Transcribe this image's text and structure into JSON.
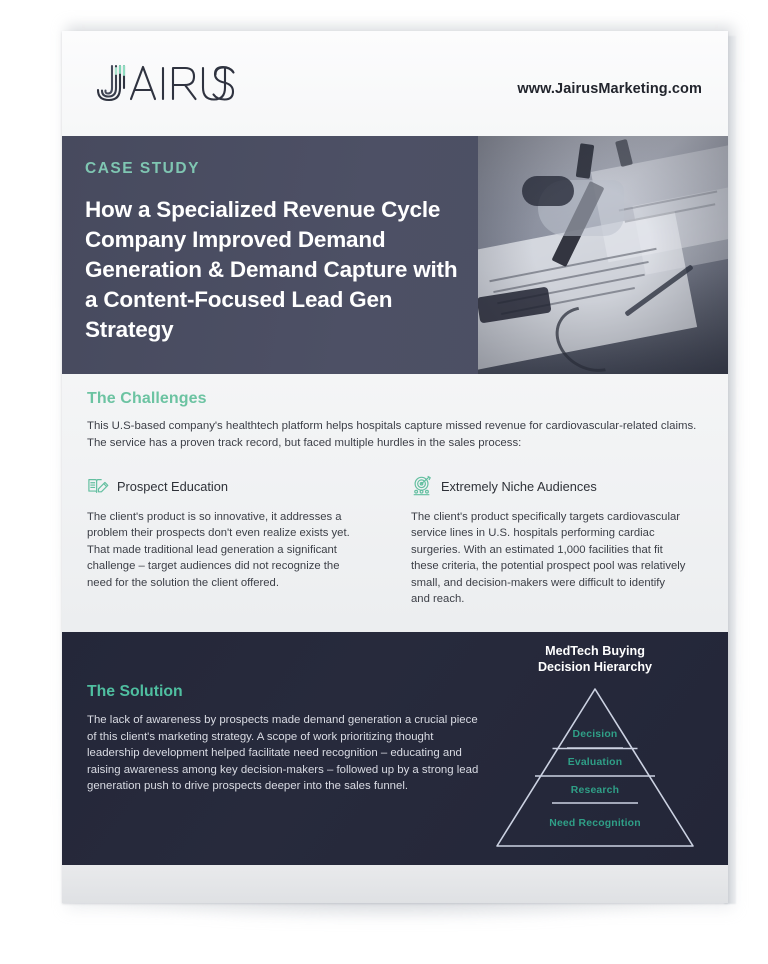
{
  "document": {
    "brand": "JAIRUS",
    "site_url": "www.JairusMarketing.com"
  },
  "hero": {
    "eyebrow": "CASE STUDY",
    "title": "How a Specialized Revenue Cycle Company Improved Demand Generation & Demand Capture with a Content-Focused Lead Gen Strategy",
    "photo_alt": "clinician-writing-on-documents-photo"
  },
  "challenges": {
    "heading": "The Challenges",
    "intro": "This U.S-based company's healthtech platform helps hospitals capture missed revenue for cardiovascular-related claims. The service has a proven track record, but faced multiple hurdles in the sales process:",
    "cards": [
      {
        "icon": "open-book-pencil-icon",
        "title": "Prospect Education",
        "body": "The client's product is so innovative, it addresses a problem their prospects don't even realize exists yet. That made traditional lead generation a significant challenge – target audiences did not recognize the need for the solution the client offered."
      },
      {
        "icon": "target-audience-icon",
        "title": "Extremely Niche Audiences",
        "body": "The client's product specifically targets cardiovascular service lines in U.S. hospitals performing cardiac surgeries. With an estimated 1,000 facilities that fit these criteria, the potential prospect pool was relatively small, and decision-makers were difficult to identify and reach."
      }
    ]
  },
  "solution": {
    "heading": "The Solution",
    "body": "The lack of awareness by prospects made demand generation a crucial piece of this client's marketing strategy. A scope of work prioritizing thought leadership development helped facilitate need recognition – educating and raising awareness among key decision-makers – followed up by a strong lead generation push to drive prospects deeper into the sales funnel."
  },
  "pyramid": {
    "title_line1": "MedTech Buying",
    "title_line2": "Decision Hierarchy",
    "tiers": [
      {
        "label": "Decision"
      },
      {
        "label": "Evaluation"
      },
      {
        "label": "Research"
      },
      {
        "label": "Need Recognition"
      }
    ]
  },
  "colors": {
    "accent_teal": "#6cc3a2",
    "accent_teal_dark": "#2f9f87",
    "hero_band": "#4b4e62",
    "dark_section": "#242739",
    "page_bg": "#f3f4f5",
    "body_text": "#3c3f47"
  }
}
